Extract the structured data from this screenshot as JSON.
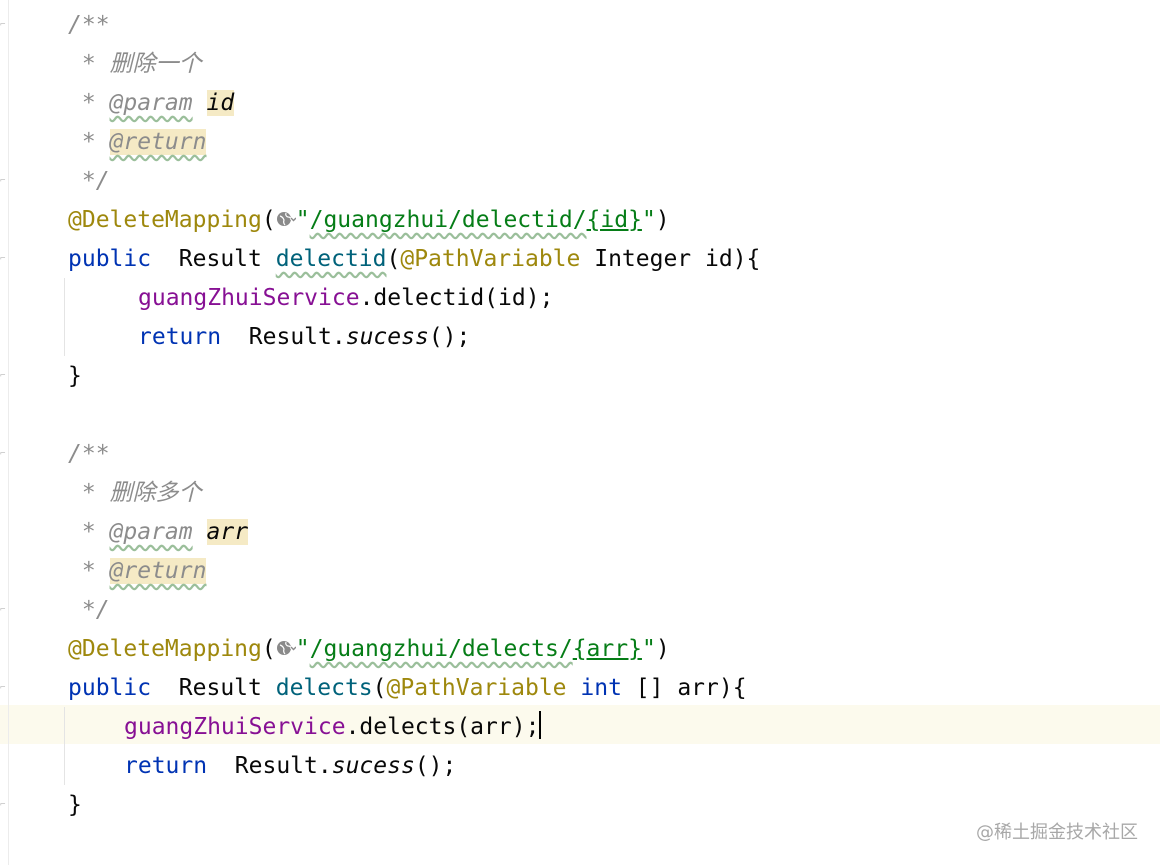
{
  "block1": {
    "comment_open": "/**",
    "desc": " * 删除一个",
    "param_prefix": " * ",
    "param_tag": "@param",
    "param_name": "id",
    "return_prefix": " * ",
    "return_tag": "@return",
    "comment_close": " */",
    "annotation": "@DeleteMapping",
    "paren_open": "(",
    "quote_open": "\"",
    "url_path": "/guangzhui/delectid/",
    "url_var": "{id}",
    "quote_close": "\"",
    "paren_close": ")",
    "kw_public": "public",
    "type_result": "  Result ",
    "method_name": "delectid",
    "param_annot_open": "(",
    "param_annot": "@PathVariable",
    "param_sig": " Integer id){",
    "field": "guangZhuiService",
    "call": ".delectid(id);",
    "kw_return": "return",
    "result_call_prefix": "  Result.",
    "result_method": "sucess",
    "result_call_suffix": "();",
    "brace_close": "}"
  },
  "block2": {
    "comment_open": "/**",
    "desc": " * 删除多个",
    "param_prefix": " * ",
    "param_tag": "@param",
    "param_name": "arr",
    "return_prefix": " * ",
    "return_tag": "@return",
    "comment_close": " */",
    "annotation": "@DeleteMapping",
    "paren_open": "(",
    "quote_open": "\"",
    "url_path": "/guangzhui/delects/",
    "url_var": "{arr}",
    "quote_close": "\"",
    "paren_close": ")",
    "kw_public": "public",
    "type_result": "  Result ",
    "method_name": "delects",
    "param_annot_open": "(",
    "param_annot": "@PathVariable",
    "kw_int": "int",
    "param_sig": " [] arr){",
    "field": "guangZhuiService",
    "call": ".delects(arr);",
    "kw_return": "return",
    "result_call_prefix": "  Result.",
    "result_method": "sucess",
    "result_call_suffix": "();",
    "brace_close": "}"
  },
  "watermark": "@稀土掘金技术社区",
  "icons": {
    "web": "globe-icon",
    "fold": "fold-marker-icon"
  }
}
